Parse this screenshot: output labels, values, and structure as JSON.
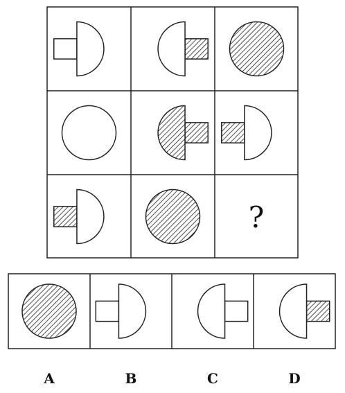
{
  "question_mark": "?",
  "options": [
    {
      "label": "A",
      "shape": "circle",
      "fill": "hatched"
    },
    {
      "label": "B",
      "shape": "half-circle-right",
      "fill": "white",
      "stem": "left",
      "stem_fill": "white"
    },
    {
      "label": "C",
      "shape": "half-circle-left",
      "fill": "white",
      "stem": "right",
      "stem_fill": "white"
    },
    {
      "label": "D",
      "shape": "half-circle-left",
      "fill": "white",
      "stem": "right",
      "stem_fill": "hatched"
    }
  ],
  "grid": [
    [
      {
        "shape": "half-circle-right",
        "fill": "white",
        "stem": "left",
        "stem_fill": "white"
      },
      {
        "shape": "half-circle-left",
        "fill": "white",
        "stem": "right",
        "stem_fill": "hatched"
      },
      {
        "shape": "circle",
        "fill": "hatched"
      }
    ],
    [
      {
        "shape": "circle",
        "fill": "white"
      },
      {
        "shape": "half-circle-left",
        "fill": "hatched",
        "stem": "right",
        "stem_fill": "hatched"
      },
      {
        "shape": "half-circle-right",
        "fill": "white",
        "stem": "left",
        "stem_fill": "hatched"
      }
    ],
    [
      {
        "shape": "half-circle-right",
        "fill": "white",
        "stem": "left",
        "stem_fill": "hatched"
      },
      {
        "shape": "circle",
        "fill": "hatched"
      },
      {
        "shape": "question"
      }
    ]
  ],
  "colors": {
    "line": "#222222",
    "background": "#ffffff"
  }
}
